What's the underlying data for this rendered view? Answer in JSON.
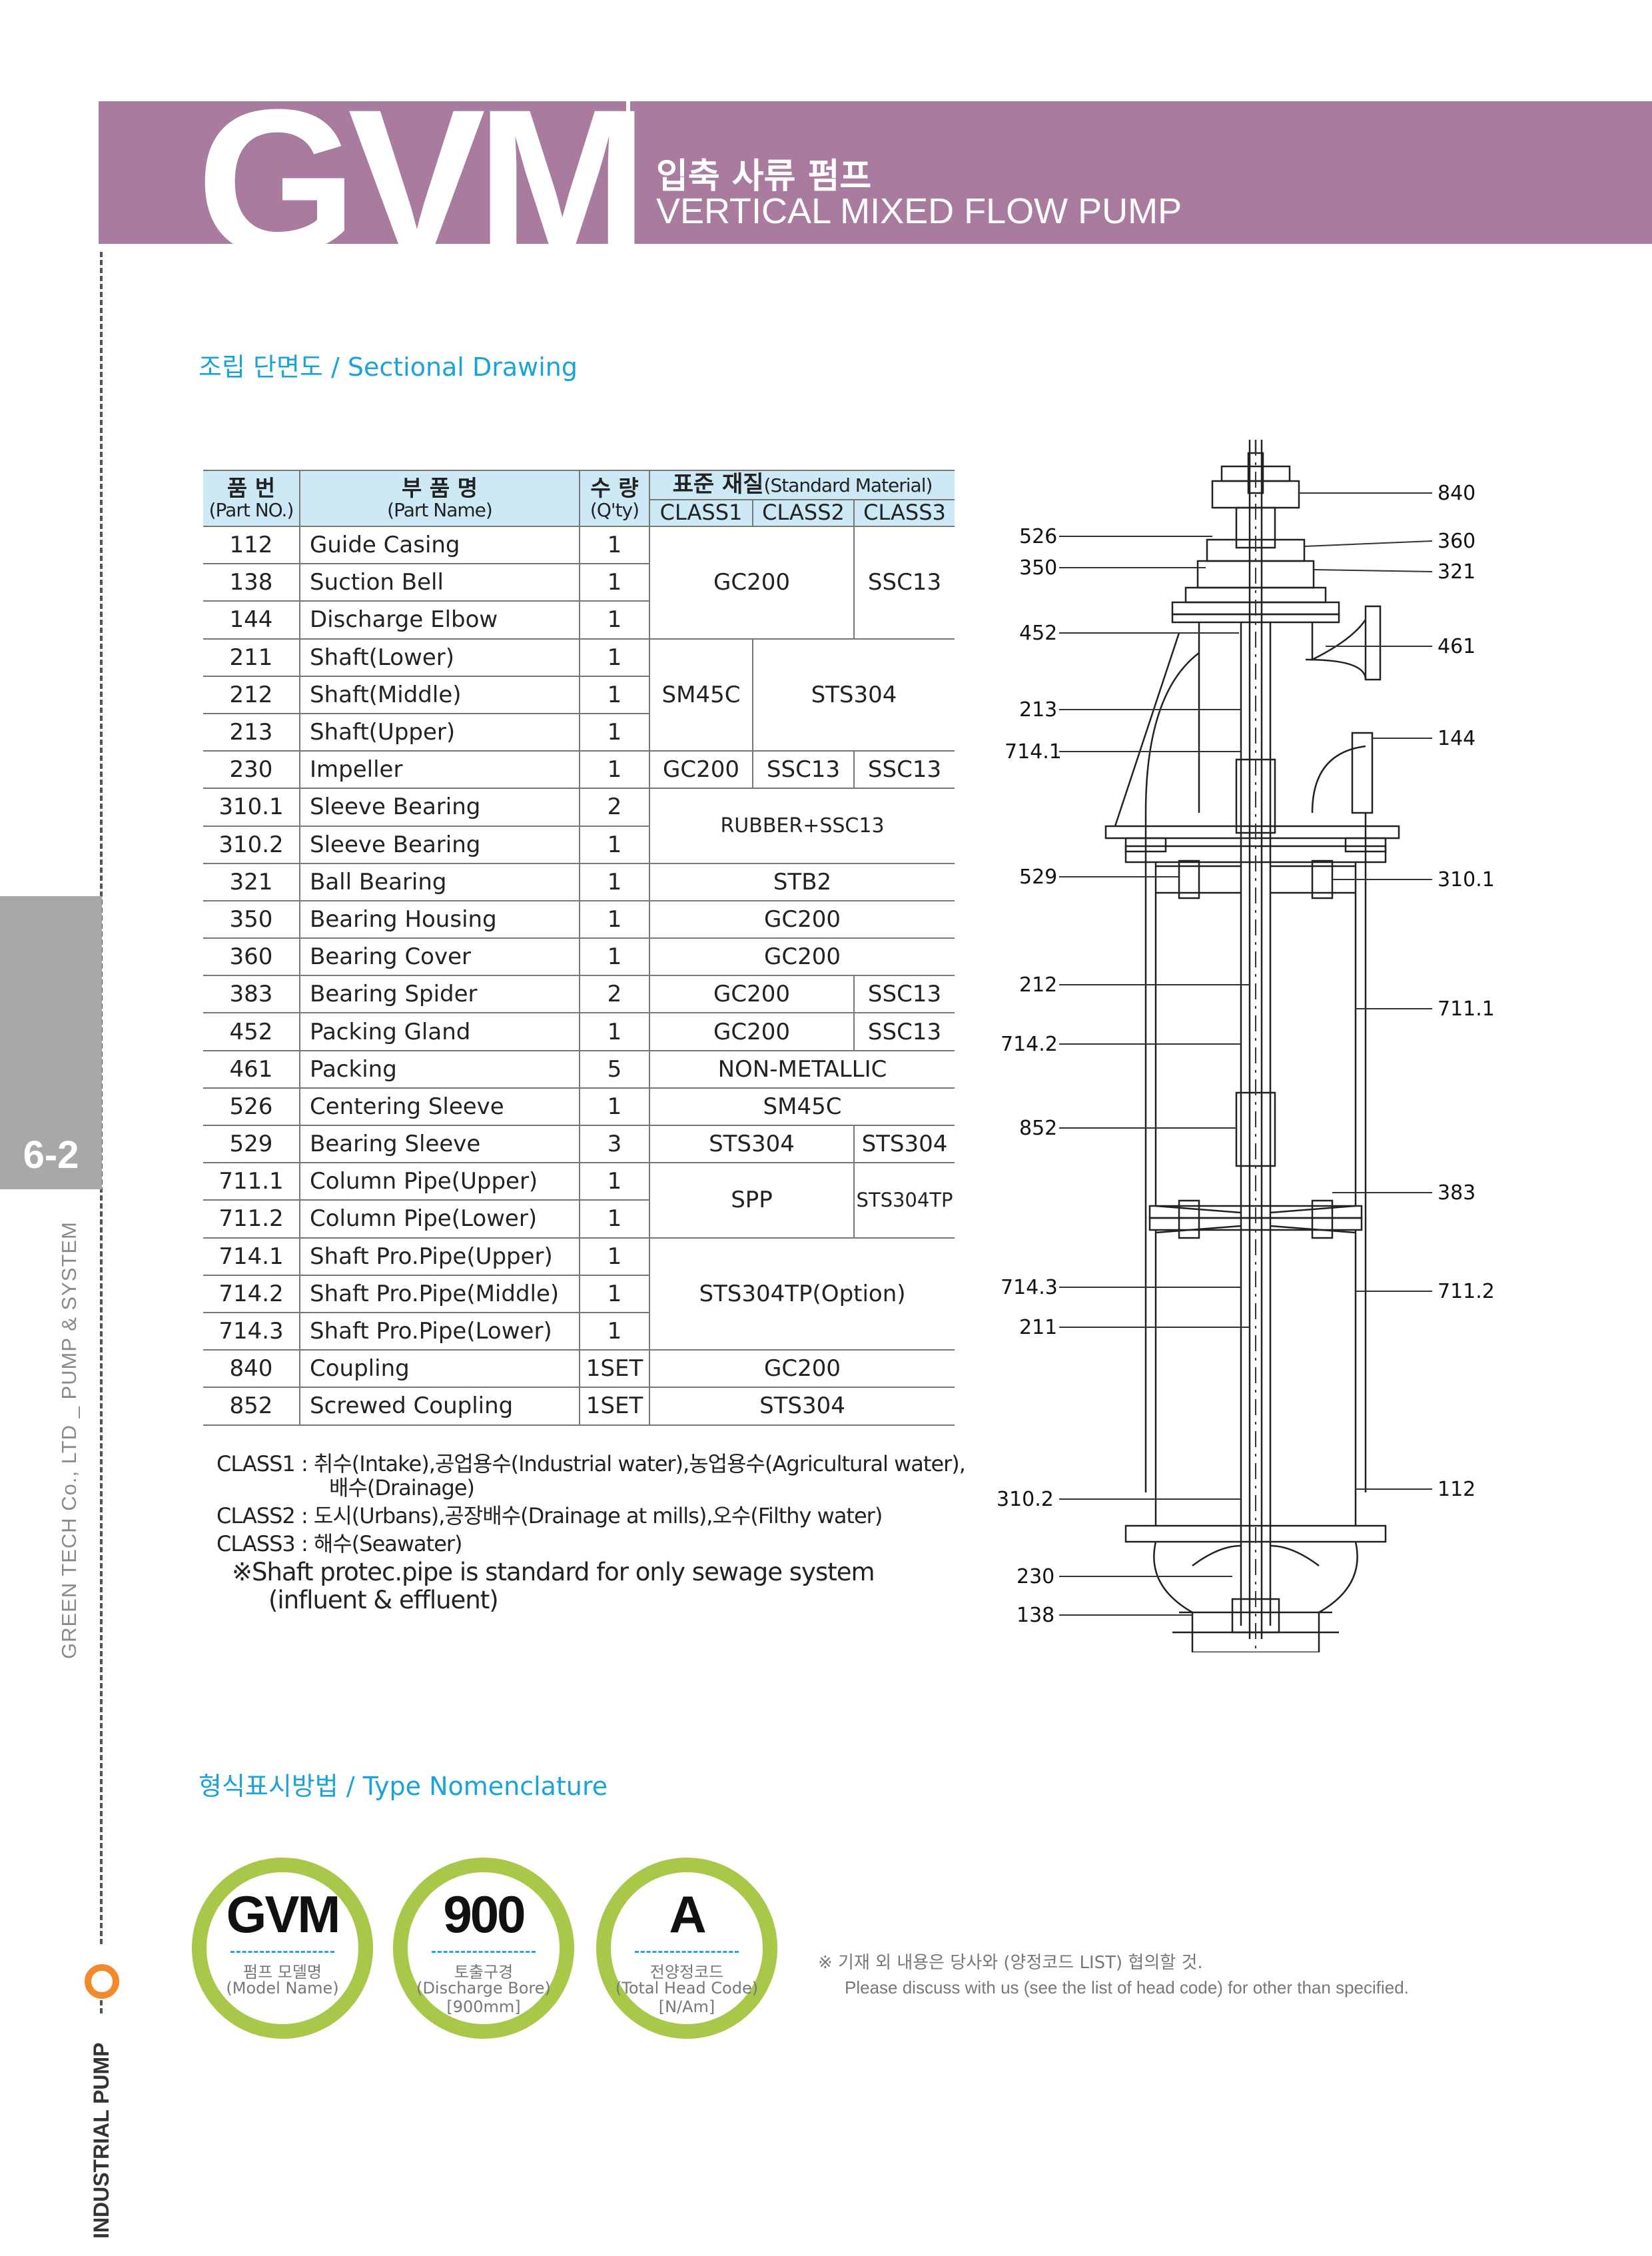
{
  "header": {
    "model": "GVM",
    "title_ko": "입축 사류 펌프",
    "title_en": "VERTICAL MIXED FLOW PUMP",
    "band_color": "#a97b9f"
  },
  "side": {
    "page_number": "6-2",
    "company": "GREEN TECH Co., LTD _ PUMP & SYSTEM",
    "category": "INDUSTRIAL PUMP"
  },
  "sections": {
    "drawing_title": "조립 단면도 / Sectional Drawing",
    "nomenclature_title": "형식표시방법 / Type Nomenclature"
  },
  "table": {
    "headers": {
      "part_no_ko": "품 번",
      "part_no_en": "(Part NO.)",
      "part_name_ko": "부 품 명",
      "part_name_en": "(Part Name)",
      "qty_ko": "수 량",
      "qty_en": "(Q'ty)",
      "material_ko": "표준 재질",
      "material_en": "(Standard Material)",
      "class1": "CLASS1",
      "class2": "CLASS2",
      "class3": "CLASS3"
    },
    "rows": [
      {
        "no": "112",
        "name": "Guide Casing",
        "qty": "1"
      },
      {
        "no": "138",
        "name": "Suction Bell",
        "qty": "1"
      },
      {
        "no": "144",
        "name": "Discharge Elbow",
        "qty": "1"
      },
      {
        "no": "211",
        "name": "Shaft(Lower)",
        "qty": "1"
      },
      {
        "no": "212",
        "name": "Shaft(Middle)",
        "qty": "1"
      },
      {
        "no": "213",
        "name": "Shaft(Upper)",
        "qty": "1"
      },
      {
        "no": "230",
        "name": "Impeller",
        "qty": "1"
      },
      {
        "no": "310.1",
        "name": "Sleeve Bearing",
        "qty": "2"
      },
      {
        "no": "310.2",
        "name": "Sleeve Bearing",
        "qty": "1"
      },
      {
        "no": "321",
        "name": "Ball Bearing",
        "qty": "1"
      },
      {
        "no": "350",
        "name": "Bearing Housing",
        "qty": "1"
      },
      {
        "no": "360",
        "name": "Bearing Cover",
        "qty": "1"
      },
      {
        "no": "383",
        "name": "Bearing Spider",
        "qty": "2"
      },
      {
        "no": "452",
        "name": "Packing Gland",
        "qty": "1"
      },
      {
        "no": "461",
        "name": "Packing",
        "qty": "5"
      },
      {
        "no": "526",
        "name": "Centering Sleeve",
        "qty": "1"
      },
      {
        "no": "529",
        "name": "Bearing Sleeve",
        "qty": "3"
      },
      {
        "no": "711.1",
        "name": "Column Pipe(Upper)",
        "qty": "1"
      },
      {
        "no": "711.2",
        "name": "Column Pipe(Lower)",
        "qty": "1"
      },
      {
        "no": "714.1",
        "name": "Shaft Pro.Pipe(Upper)",
        "qty": "1"
      },
      {
        "no": "714.2",
        "name": "Shaft Pro.Pipe(Middle)",
        "qty": "1"
      },
      {
        "no": "714.3",
        "name": "Shaft Pro.Pipe(Lower)",
        "qty": "1"
      },
      {
        "no": "840",
        "name": "Coupling",
        "qty": "1SET"
      },
      {
        "no": "852",
        "name": "Screwed Coupling",
        "qty": "1SET"
      }
    ],
    "materials": {
      "gc200": "GC200",
      "ssc13": "SSC13",
      "sm45c": "SM45C",
      "sts304": "STS304",
      "rubber_ssc13": "RUBBER+SSC13",
      "stb2": "STB2",
      "non_metallic": "NON-METALLIC",
      "spp": "SPP",
      "sts304tp": "STS304TP",
      "sts304tp_option": "STS304TP(Option)"
    }
  },
  "notes": {
    "class1": "CLASS1 : 취수(Intake),공업용수(Industrial water),농업용수(Agricultural water),",
    "class1_cont": "배수(Drainage)",
    "class2": "CLASS2 : 도시(Urbans),공장배수(Drainage at mills),오수(Filthy water)",
    "class3": "CLASS3 : 해수(Seawater)",
    "shaft_note": "※Shaft protec.pipe is standard for only sewage system",
    "shaft_note_cont": "(influent & effluent)"
  },
  "drawing": {
    "callouts_left": [
      "526",
      "350",
      "452",
      "213",
      "714.1",
      "529",
      "212",
      "714.2",
      "852",
      "714.3",
      "211",
      "310.2",
      "230",
      "138"
    ],
    "callouts_right": [
      "840",
      "360",
      "321",
      "461",
      "144",
      "310.1",
      "711.1",
      "383",
      "711.2",
      "112"
    ]
  },
  "nomenclature": {
    "items": [
      {
        "code": "GVM",
        "label_ko": "펌프 모델명",
        "label_en": "(Model Name)",
        "extra": ""
      },
      {
        "code": "900",
        "label_ko": "토출구경",
        "label_en": "(Discharge Bore)",
        "extra": "[900mm]"
      },
      {
        "code": "A",
        "label_ko": "전양정코드",
        "label_en": "(Total Head Code)",
        "extra": "[N/Am]"
      }
    ],
    "note_ko": "※ 기재 외 내용은 당사와 (양정코드 LIST) 협의할 것.",
    "note_en": "Please discuss with us (see the list of head code) for other than specified.",
    "ring_color": "#a9c84a"
  }
}
